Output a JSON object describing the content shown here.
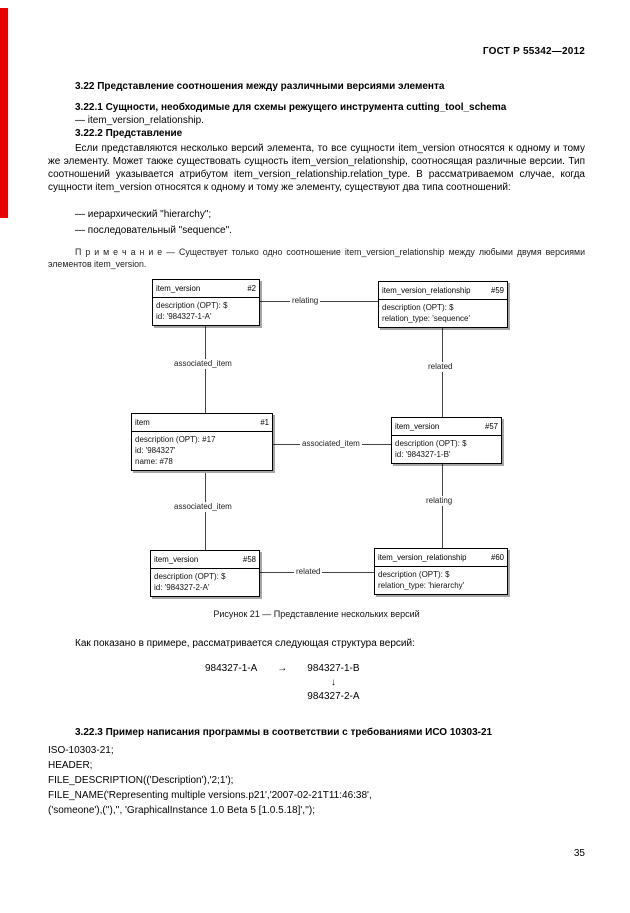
{
  "page": {
    "header": "ГОСТ Р 55342—2012",
    "page_number": "35"
  },
  "sections": {
    "s322_title": "3.22 Представление соотношения между различными версиями элемента",
    "s3221_title": "3.22.1 Сущности, необходимые для схемы режущего инструмента cutting_tool_schema",
    "s3221_body": "— item_version_relationship.",
    "s3222_title": "3.22.2 Представление",
    "s3222_para": "Если представляются несколько версий элемента, то все сущности item_version относятся к одному и тому же элементу. Может также существовать сущность item_version_relationship, соотносящая различные версии. Тип соотношений указывается атрибутом item_version_relationship.relation_type. В рассматриваемом случае, когда сущности item_version относятся к одному и тому же элементу, существуют два типа соотношений:",
    "bullet1": "— иерархический \"hierarchy\";",
    "bullet2": "— последовательный \"sequence\".",
    "note": "П р и м е ч а н и е — Существует только одно соотношение item_version_relationship между любыми двумя версиями элементов item_version.",
    "s3223_title": "3.22.3 Пример написания программы в соответствии с требованиями ИСО 10303-21"
  },
  "diagram": {
    "caption": "Рисунок 21 — Представление нескольких версий",
    "boxes": [
      {
        "name": "item_version",
        "number": "#2",
        "rows": [
          "description (OPT): $",
          "id: '984327-1-A'"
        ]
      },
      {
        "name": "item_version_relationship",
        "number": "#59",
        "rows": [
          "description (OPT): $",
          "relation_type: 'sequence'"
        ]
      },
      {
        "name": "item",
        "number": "#1",
        "rows": [
          "description (OPT): #17",
          "id: '984327'",
          "name: #78"
        ]
      },
      {
        "name": "item_version",
        "number": "#57",
        "rows": [
          "description (OPT): $",
          "id: '984327-1-B'"
        ]
      },
      {
        "name": "item_version",
        "number": "#58",
        "rows": [
          "description (OPT): $",
          "id: '984327-2-A'"
        ]
      },
      {
        "name": "item_version_relationship",
        "number": "#60",
        "rows": [
          "description (OPT): $",
          "relation_type: 'hierarchy'"
        ]
      }
    ],
    "edges": [
      {
        "label": "relating"
      },
      {
        "label": "associated_item"
      },
      {
        "label": "related"
      },
      {
        "label": "associated_item"
      },
      {
        "label": "associated_item"
      },
      {
        "label": "relating"
      },
      {
        "label": "related"
      }
    ]
  },
  "example": {
    "intro": "Как показано в примере, рассматривается следующая структура версий:",
    "v_from": "984327-1-A",
    "arrow_right": "→",
    "v_to": "984327-1-B",
    "arrow_down": "↓",
    "v_branch": "984327-2-A"
  },
  "code": {
    "lines": [
      "ISO-10303-21;",
      "HEADER;",
      "FILE_DESCRIPTION(('Description'),'2;1');",
      "FILE_NAME('Representing multiple versions.p21','2007-02-21T11:46:38',",
      "('someone'),(''),'', 'GraphicalInstance 1.0 Beta 5 [1.0.5.18]','');"
    ]
  }
}
